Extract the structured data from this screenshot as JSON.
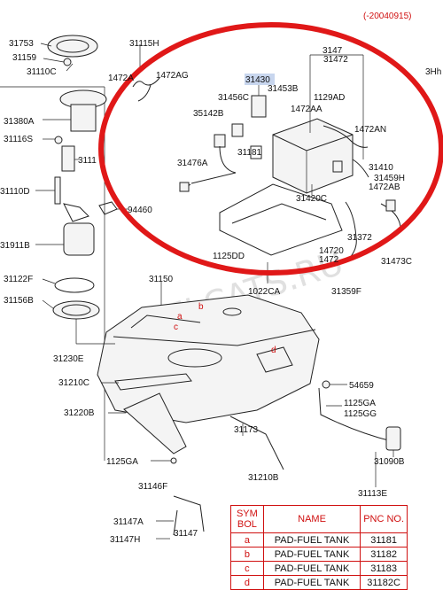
{
  "header": {
    "date_code": "(-20040915)",
    "edge_fragment": "3Hh"
  },
  "watermark": "ELCATS.RU",
  "labels": {
    "l31753": "31753",
    "l31159": "31159",
    "l31110C": "31110C",
    "l31115H": "31115H",
    "l1472AG": "1472AG",
    "l1472A_top": "1472A",
    "l31430": "31430",
    "l31453B": "31453B",
    "l31456C": "31456C",
    "l35142B": "35142B",
    "l1472AA": "1472AA",
    "l1129AD": "1129AD",
    "l3147_top": "3147",
    "l31472": "31472",
    "l1472AN": "1472AN",
    "l31181": "31181",
    "l31476A": "31476A",
    "l31410": "31410",
    "l31459H": "31459H",
    "l1472AB": "1472AB",
    "l31420C": "31420C",
    "l31380A": "31380A",
    "l31116S": "31116S",
    "l3111": "3111",
    "l31110D": "31110D",
    "l94460": "94460",
    "l31911B": "31911B",
    "l1125DD": "1125DD",
    "l31372": "31372",
    "l14720": "14720",
    "l1472_mid": "1472",
    "l31473C": "31473C",
    "l31122F": "31122F",
    "l31150": "31150",
    "l1022CA": "1022CA",
    "l31359F": "31359F",
    "l31156B": "31156B",
    "l31230E": "31230E",
    "l31210C": "31210C",
    "l54659": "54659",
    "l1125GA": "1125GA",
    "l1125GG": "1125GG",
    "l31220B": "31220B",
    "l31173": "31173",
    "l31090B": "31090B",
    "l1125GA_b": "1125GA",
    "l31210B": "31210B",
    "l31146F": "31146F",
    "l31113E": "31113E",
    "l31147A": "31147A",
    "l31147": "31147",
    "l31147H": "31147H",
    "mark_a": "a",
    "mark_b": "b",
    "mark_c": "c",
    "mark_d": "d"
  },
  "legend_table": {
    "header": {
      "sym": "SYM BOL",
      "name": "NAME",
      "pnc": "PNC NO."
    },
    "rows": [
      {
        "sym": "a",
        "name": "PAD-FUEL TANK",
        "pnc": "31181"
      },
      {
        "sym": "b",
        "name": "PAD-FUEL TANK",
        "pnc": "31182"
      },
      {
        "sym": "c",
        "name": "PAD-FUEL TANK",
        "pnc": "31183"
      },
      {
        "sym": "d",
        "name": "PAD-FUEL TANK",
        "pnc": "31182C"
      }
    ]
  },
  "colors": {
    "highlight_circle": "#e01818",
    "label_highlight_bg": "#c8d6ee",
    "legend_red": "#d01010"
  }
}
